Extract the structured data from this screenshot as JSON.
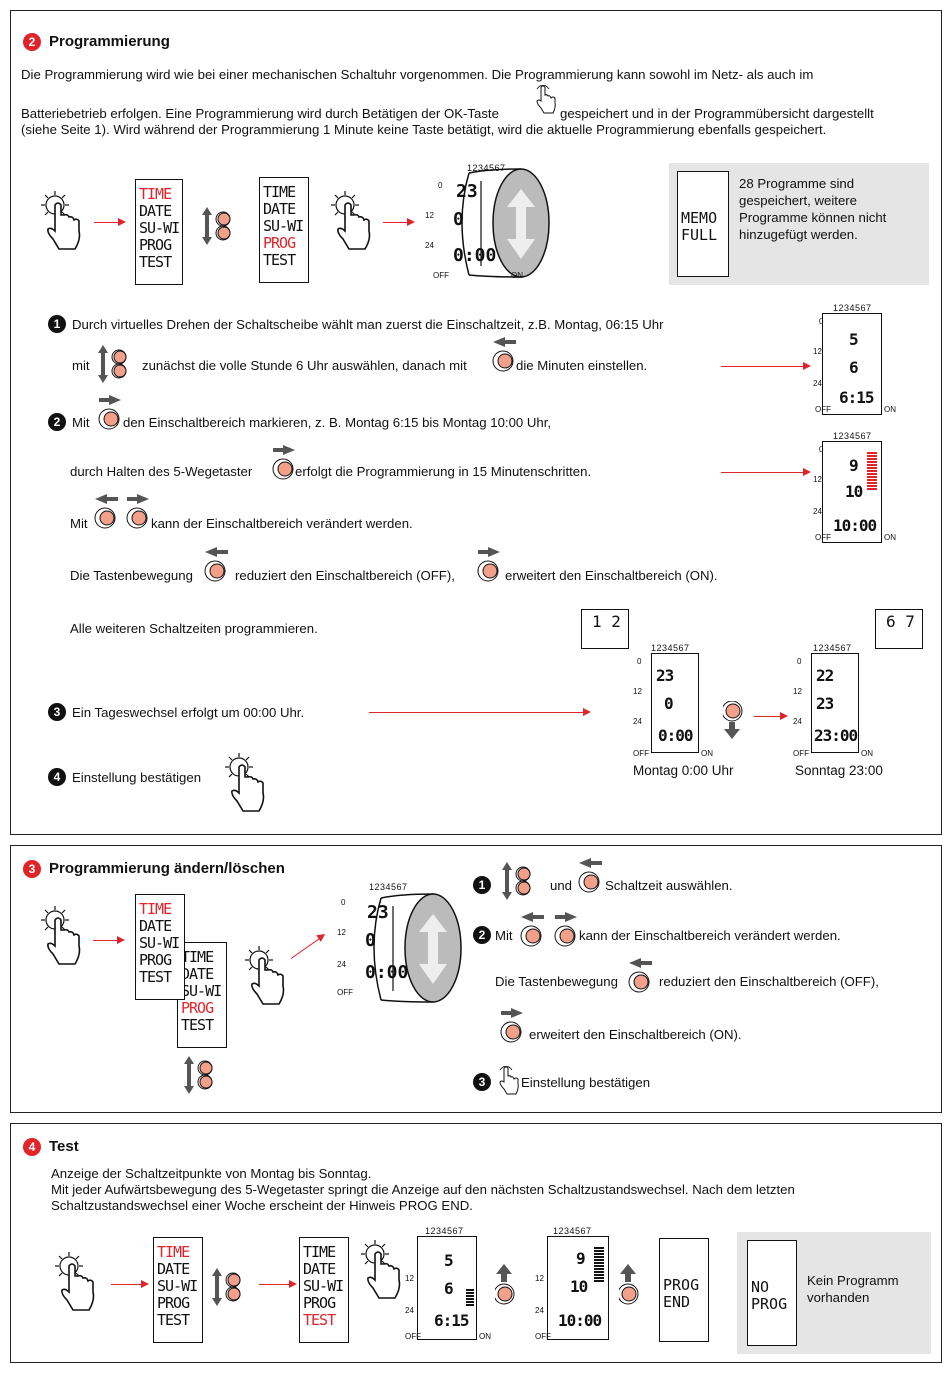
{
  "sec2": {
    "num": "2",
    "title": "Programmierung",
    "intro1": "Die Programmierung wird wie bei einer mechanischen Schaltuhr vorgenommen. Die Programmierung kann sowohl im Netz- als auch im",
    "intro2a": "Batteriebetrieb erfolgen. Eine Programmierung wird durch Betätigen der OK-Taste",
    "intro2b": "gespeichert und in der Programmübersicht dargestellt",
    "intro3": "(siehe Seite 1).  Wird während der Programmierung 1 Minute keine Taste betätigt, wird die aktuelle Programmierung ebenfalls gespeichert.",
    "menu_a": [
      "TIME",
      "DATE",
      "SU-WI",
      "PROG",
      "TEST"
    ],
    "menu_b": [
      "TIME",
      "DATE",
      "SU-WI",
      "PROG",
      "TEST"
    ],
    "memo": {
      "lcd": [
        "MEMO",
        "FULL"
      ],
      "text": [
        "28 Programme sind",
        "gespeichert, weitere",
        "Programme können nicht",
        "hinzugefügt werden."
      ]
    },
    "step1_num": "1",
    "step1_a": "Durch virtuelles Drehen der Schaltscheibe wählt man zuerst die Einschaltzeit, z.B. Montag, 06:15 Uhr",
    "step1_b_pre": "mit",
    "step1_b_mid": "zunächst die volle Stunde 6 Uhr auswählen, danach mit",
    "step1_b_post": "die Minuten einstellen.",
    "step2_num": "2",
    "step2_a_pre": "Mit",
    "step2_a": "den Einschaltbereich markieren, z. B. Montag 6:15 bis Montag 10:00 Uhr,",
    "step2_b_pre": "durch Halten des 5-Wegetaster",
    "step2_b": "erfolgt die Programmierung in 15 Minutenschritten.",
    "step2_c_pre": "Mit",
    "step2_c": "kann der Einschaltbereich verändert werden.",
    "step2_d_pre": "Die Tastenbewegung",
    "step2_d_mid": "reduziert den Einschaltbereich (OFF),",
    "step2_d_post": "erweitert den Einschaltbereich (ON).",
    "step2_e": "Alle weiteren Schaltzeiten programmieren.",
    "step3_num": "3",
    "step3": "Ein Tageswechsel erfolgt um 00:00 Uhr.",
    "step4_num": "4",
    "step4": "Einstellung bestätigen",
    "days": "1234567",
    "lcd1": {
      "top": "5",
      "mid": "6",
      "bottom": "6:15"
    },
    "lcd2": {
      "top": "9",
      "mid": "10",
      "bottom": "10:00"
    },
    "lcd3": {
      "top": "23",
      "mid": "0",
      "bottom": "0:00",
      "zoom": "1 2"
    },
    "lcd4": {
      "top": "22",
      "mid": "23",
      "bottom": "23:00",
      "zoom": "6 7"
    },
    "cap3": "Montag 0:00 Uhr",
    "cap4": "Sonntag 23:00",
    "drum": {
      "top": "23",
      "mid": "0",
      "bottom": "0:00"
    },
    "axis": {
      "a0": "0",
      "a12": "12",
      "a24": "24",
      "off": "OFF",
      "on": "ON"
    }
  },
  "sec3": {
    "num": "3",
    "title": "Programmierung ändern/löschen",
    "menu_a": [
      "TIME",
      "DATE",
      "SU-WI",
      "PROG",
      "TEST"
    ],
    "menu_b": [
      "TIME",
      "DATE",
      "SU-WI",
      "PROG",
      "TEST"
    ],
    "s1_num": "1",
    "s1_mid": "und",
    "s1": "Schaltzeit auswählen.",
    "s2_num": "2",
    "s2_pre": "Mit",
    "s2": "kann der Einschaltbereich verändert werden.",
    "s2b_pre": "Die Tastenbewegung",
    "s2b": "reduziert den Einschaltbereich (OFF),",
    "s2c": "erweitert den Einschaltbereich (ON).",
    "s3_num": "3",
    "s3": "Einstellung bestätigen"
  },
  "sec4": {
    "num": "4",
    "title": "Test",
    "l1": "Anzeige der Schaltzeitpunkte von Montag bis Sonntag.",
    "l2": "Mit jeder Aufwärtsbewegung des 5-Wegetaster springt die Anzeige auf den nächsten Schaltzustandswechsel. Nach dem letzten",
    "l3": "Schaltzustandswechsel einer Woche erscheint der Hinweis PROG END.",
    "menu_a": [
      "TIME",
      "DATE",
      "SU-WI",
      "PROG",
      "TEST"
    ],
    "menu_b": [
      "TIME",
      "DATE",
      "SU-WI",
      "PROG",
      "TEST"
    ],
    "lcd1": {
      "top": "5",
      "mid": "6",
      "bottom": "6:15"
    },
    "lcd2": {
      "top": "9",
      "mid": "10",
      "bottom": "10:00"
    },
    "progend": [
      "PROG",
      "END"
    ],
    "noprog": {
      "lcd": [
        "NO",
        "PROG"
      ],
      "text": [
        "Kein Programm",
        "vorhanden"
      ]
    }
  },
  "colors": {
    "accent": "#e0242a",
    "knob": "#f2a08a",
    "grey": "#e5e5e5"
  }
}
